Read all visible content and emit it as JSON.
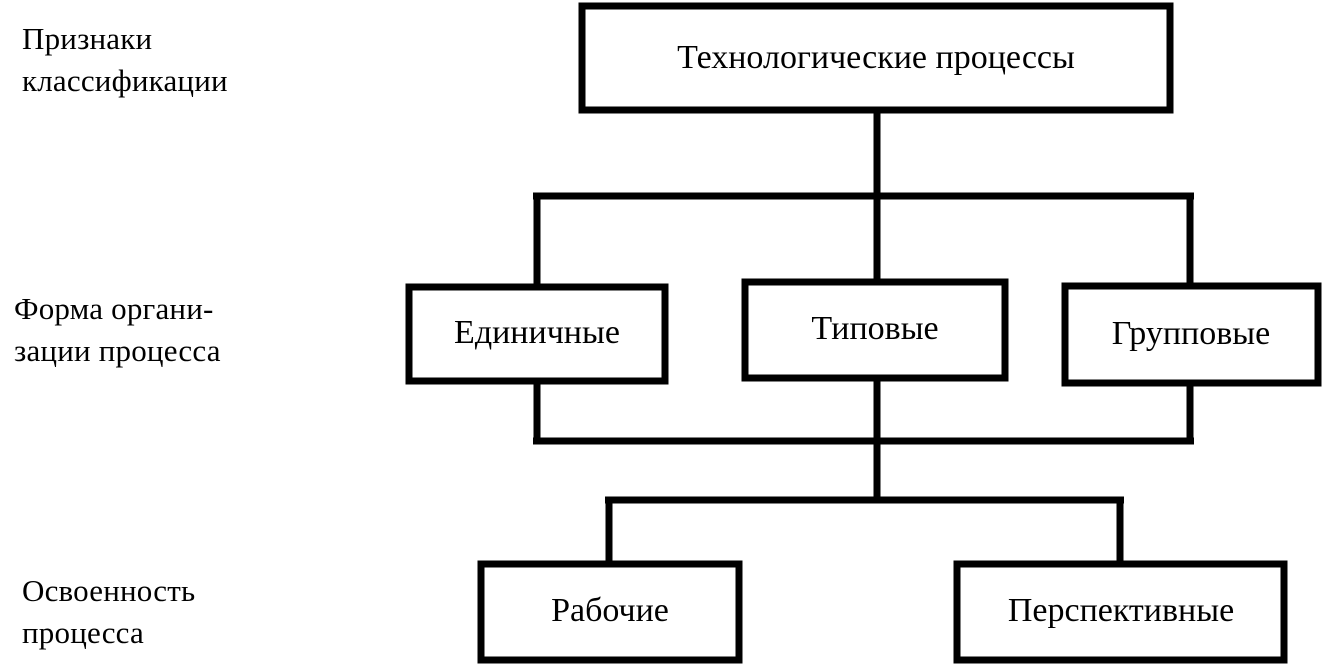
{
  "diagram": {
    "title": "Технологические процессы",
    "line_color": "#000000",
    "text_color": "#000000",
    "background": "#ffffff",
    "row_labels": [
      {
        "id": "classification-criteria",
        "text": "Признаки\nклассификации"
      },
      {
        "id": "process-organization-form",
        "text": "Форма органи-\nзации процесса"
      },
      {
        "id": "process-mastery",
        "text": "Освоенность\nпроцесса"
      }
    ],
    "nodes": {
      "root": {
        "label": "Технологические процессы",
        "font_size": 34
      },
      "level1": [
        {
          "id": "single",
          "label": "Единичные",
          "font_size": 34
        },
        {
          "id": "typical",
          "label": "Типовые",
          "font_size": 34
        },
        {
          "id": "group",
          "label": "Групповые",
          "font_size": 34
        }
      ],
      "level2": [
        {
          "id": "working",
          "label": "Рабочие",
          "font_size": 34
        },
        {
          "id": "prospective",
          "label": "Перспективные",
          "font_size": 34
        }
      ]
    }
  }
}
